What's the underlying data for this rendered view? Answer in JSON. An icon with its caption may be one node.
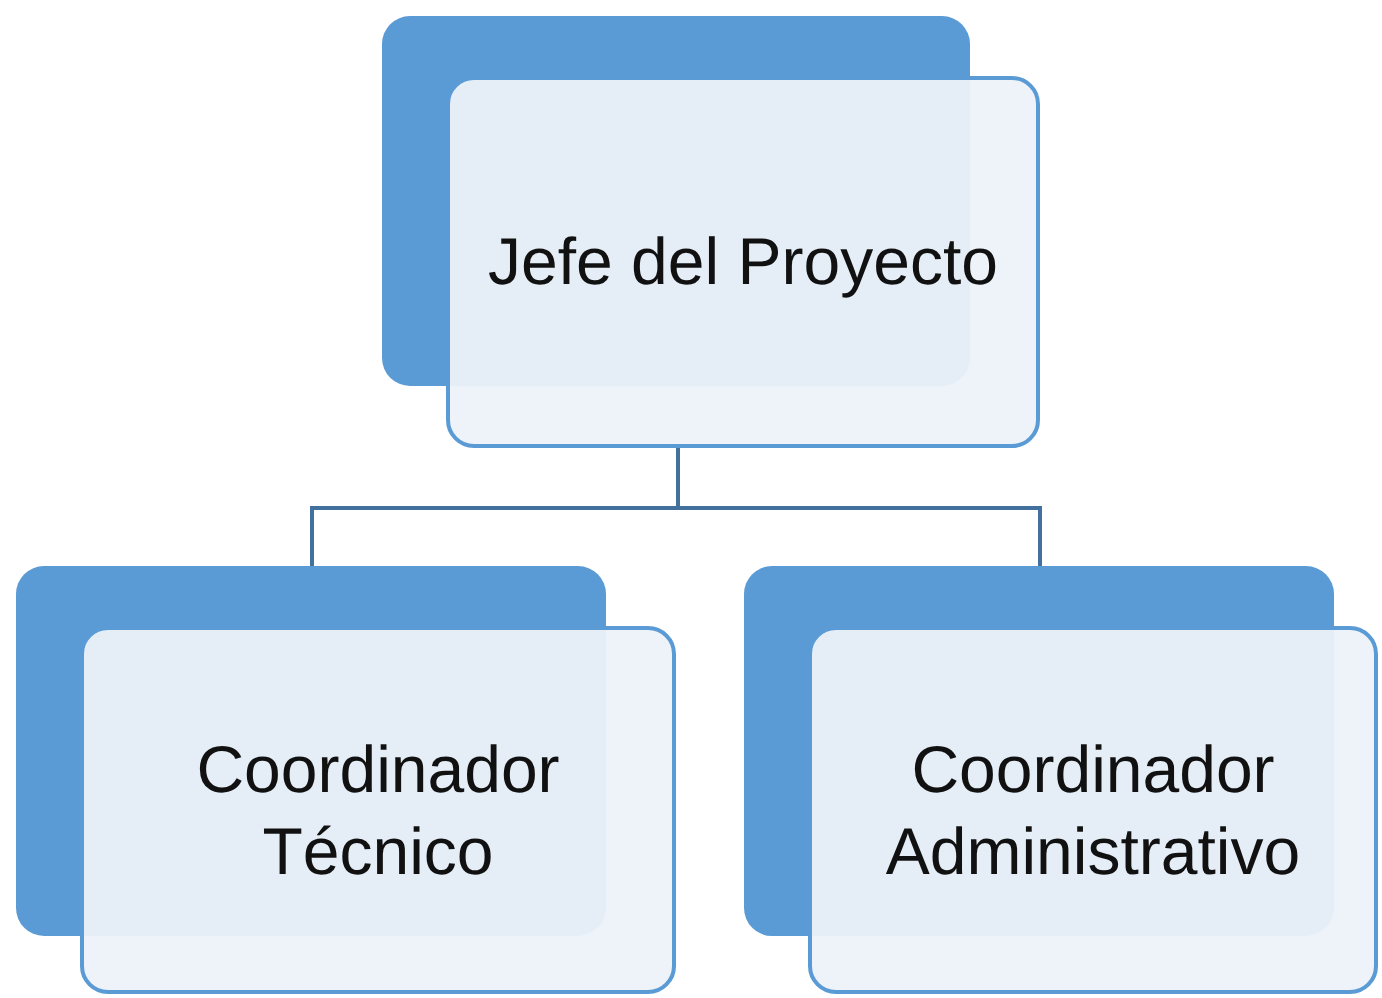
{
  "diagram": {
    "nodes": [
      {
        "text": [
          "Jefe del Proyecto"
        ]
      },
      {
        "text": [
          "Coordinador Técnico"
        ]
      },
      {
        "text": [
          "Coordinador Administrativo"
        ]
      }
    ],
    "edges": [
      {
        "from": 0,
        "to": 1,
        "arrow": "none"
      },
      {
        "from": 0,
        "to": 2,
        "arrow": "none"
      }
    ]
  }
}
